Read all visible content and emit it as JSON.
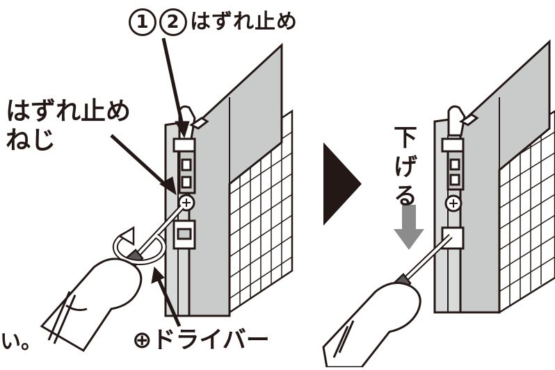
{
  "labels": {
    "top_circle_1": "1",
    "top_circle_2": "2",
    "top_text": "はずれ止め",
    "screw_line1": "はずれ止め",
    "screw_line2": "ねじ",
    "driver": "⊕ドライバー",
    "down_line1": "下",
    "down_line2": "げ",
    "down_line3": "る",
    "cut_text": "い。"
  },
  "colors": {
    "panel_gray": "#c9caca",
    "panel_dark": "#9fa0a0",
    "arrow_black": "#231815",
    "down_arrow_gray": "#8c8c8c",
    "screen_mesh": "#ffffff"
  }
}
